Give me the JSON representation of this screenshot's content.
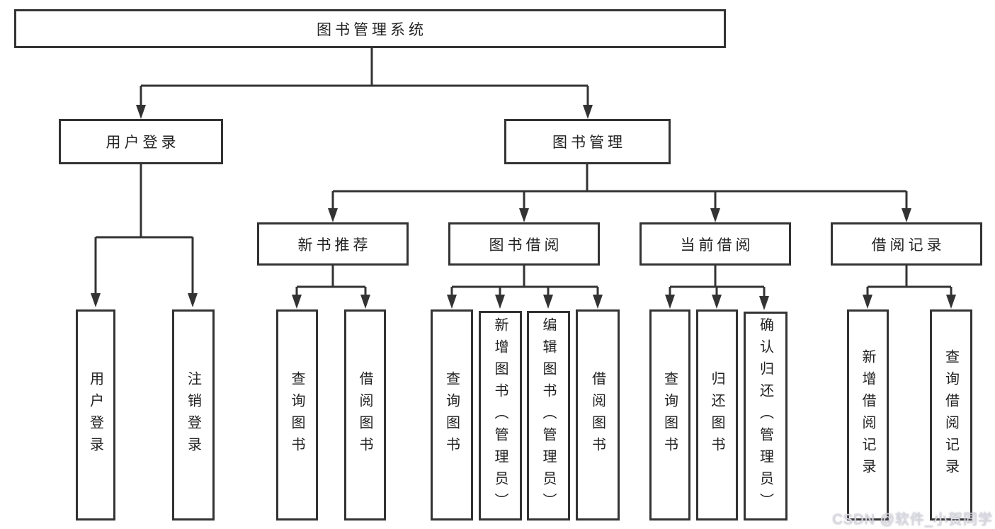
{
  "tree": {
    "root": {
      "label": "图书管理系统"
    },
    "branches": [
      {
        "label": "用户登录",
        "children": [
          {
            "label": "用户登录"
          },
          {
            "label": "注销登录"
          }
        ]
      },
      {
        "label": "图书管理",
        "children": [
          {
            "label": "新书推荐",
            "children": [
              {
                "label": "查询图书"
              },
              {
                "label": "借阅图书"
              }
            ]
          },
          {
            "label": "图书借阅",
            "children": [
              {
                "label": "查询图书"
              },
              {
                "label": "新增图书（管理员）"
              },
              {
                "label": "编辑图书（管理员）"
              },
              {
                "label": "借阅图书"
              }
            ]
          },
          {
            "label": "当前借阅",
            "children": [
              {
                "label": "查询图书"
              },
              {
                "label": "归还图书"
              },
              {
                "label": "确认归还（管理员）"
              }
            ]
          },
          {
            "label": "借阅记录",
            "children": [
              {
                "label": "新增借阅记录"
              },
              {
                "label": "查询借阅记录"
              }
            ]
          }
        ]
      }
    ]
  },
  "watermark": {
    "text": "CSDN @软件_小贺同学"
  },
  "colors": {
    "line": "#333333",
    "text": "#222222",
    "background": "#ffffff",
    "watermark": "#dadbe5"
  }
}
